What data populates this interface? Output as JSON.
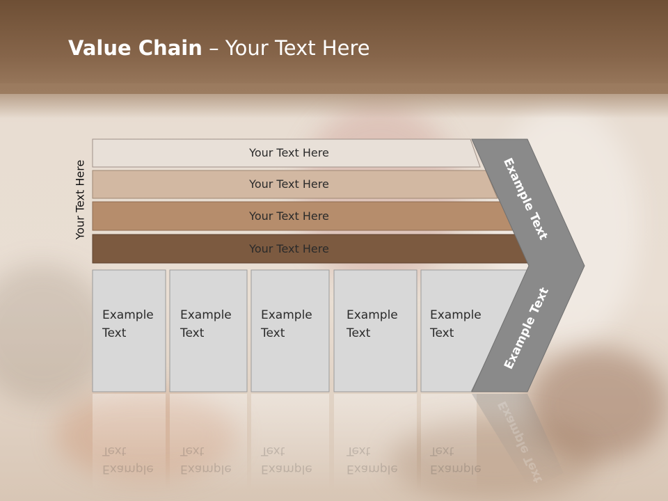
{
  "title": {
    "bold": "Value Chain",
    "rest": " – Your Text Here"
  },
  "side_label": "Your Text Here",
  "bars": [
    {
      "label": "Your Text Here",
      "color": "#e8e0d8"
    },
    {
      "label": "Your Text Here",
      "color": "#d2b8a2"
    },
    {
      "label": "Your Text Here",
      "color": "#b68d6c"
    },
    {
      "label": "Your Text Here",
      "color": "#7c5a40"
    }
  ],
  "boxes": [
    {
      "line1": "Example",
      "line2": "Text"
    },
    {
      "line1": "Example",
      "line2": "Text"
    },
    {
      "line1": "Example",
      "line2": "Text"
    },
    {
      "line1": "Example",
      "line2": "Text"
    },
    {
      "line1": "Example",
      "line2": "Text"
    }
  ],
  "chevron": {
    "upper_label": "Example Text",
    "lower_label": "Example Text",
    "color": "#8a8a8a"
  }
}
